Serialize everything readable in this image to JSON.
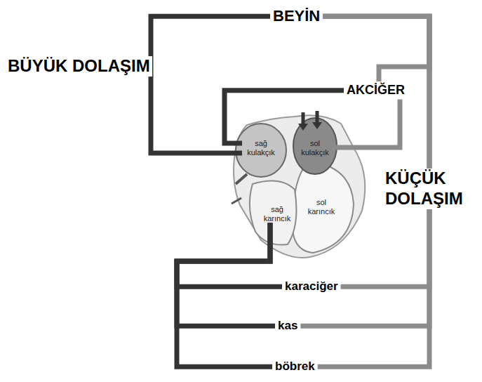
{
  "diagram": {
    "nodes": [
      {
        "text": [
          "BEYİN"
        ]
      },
      {
        "text": [
          "AKCİĞER"
        ]
      },
      {
        "text": [
          "sağ kulakçık"
        ]
      },
      {
        "text": [
          "sol kulakçık"
        ]
      },
      {
        "text": [
          "sağ karıncık"
        ]
      },
      {
        "text": [
          "sol karıncık"
        ]
      },
      {
        "text": [
          "karaciğer"
        ]
      },
      {
        "text": [
          "kas"
        ]
      },
      {
        "text": [
          "böbrek"
        ]
      }
    ],
    "edges": [
      {
        "from": 0,
        "to": 2,
        "arrow": "none"
      },
      {
        "from": 1,
        "to": 2,
        "arrow": "none"
      },
      {
        "from": 1,
        "to": 3,
        "arrow": "none"
      },
      {
        "from": 4,
        "to": 6,
        "arrow": "none"
      },
      {
        "from": 4,
        "to": 7,
        "arrow": "none"
      },
      {
        "from": 4,
        "to": 8,
        "arrow": "none"
      },
      {
        "from": 0,
        "to": 1,
        "arrow": "none"
      },
      {
        "from": 0,
        "to": 6,
        "arrow": "none"
      },
      {
        "from": 0,
        "to": 7,
        "arrow": "none"
      },
      {
        "from": 0,
        "to": 8,
        "arrow": "none"
      }
    ],
    "labels": [
      "BÜYÜK DOLAŞIM",
      "KÜÇÜK DOLAŞIM"
    ]
  }
}
